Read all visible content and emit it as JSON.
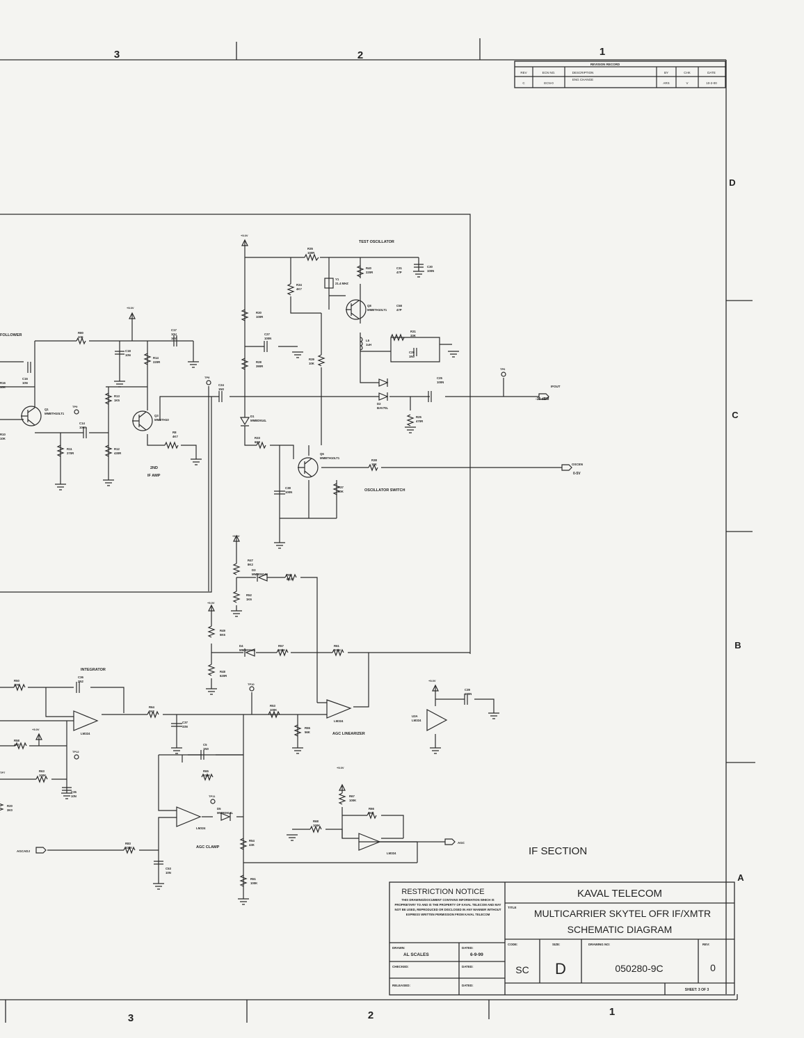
{
  "zones": {
    "top": [
      "3",
      "2",
      "1"
    ],
    "bottom": [
      "3",
      "2",
      "1"
    ],
    "right": [
      "D",
      "C",
      "B",
      "A"
    ]
  },
  "revision": {
    "title": "REVISION RECORD",
    "headers": [
      "REV",
      "ECN NO.",
      "DESCRIPTION",
      "BY",
      "CHK",
      "DATE"
    ],
    "row": [
      "C",
      "ECN-0",
      "ENG CHANGE",
      "ARS",
      "V",
      "10-2-00"
    ]
  },
  "labels": {
    "test_oscillator": "TEST OSCILLATOR",
    "follower": "FOLLOWER",
    "if_amp": "2ND\nIF AMP",
    "oscillator_switch": "OSCILLATOR SWITCH",
    "integrator": "INTEGRATOR",
    "agc_linearizer": "AGC LINEARIZER",
    "agc_clamp": "AGC CLAMP",
    "ifout": "IFOUT",
    "ifout_level": "-10 dBM",
    "oscen": "OSCEN",
    "oscen_level": "0-5V",
    "agc_out": "AGC",
    "agcadj": "AGCADJ",
    "section": "IF SECTION"
  },
  "components": {
    "r35": "R35\n100R",
    "r40": "R40\n220R",
    "c31": "C31\n47P",
    "c30": "C30\n100N",
    "y1": "Y1\n21.4 MHZ",
    "r34": "R34\n4K7",
    "q8": "Q8\nMMBTH10LT1",
    "c58": "C58\n47P",
    "r30": "R30\n100R",
    "c27": "C27\n100N",
    "l5": "L5\n1uH",
    "r31": "R31\n33K",
    "c29": "C29\n1N0",
    "r28": "R28\n390R",
    "r39": "R39\n10K",
    "c24": "C24\n1N0",
    "d1": "D1\nMMBD914L",
    "d2": "D2\nBAV70L",
    "c25": "C25\n100N",
    "r25": "R25\n470R",
    "r33": "R33\n6K8",
    "q6": "Q6\nMMBTH10LT1",
    "r38": "R38\n10K",
    "c38": "C38\n100N",
    "r37": "R37\n10K",
    "r80": "R80\n10K",
    "c18": "C18\n10N",
    "c17": "C17\n10U\n16V",
    "r14": "R14\n220R",
    "c16": "C16\n10N",
    "r16": "R16\n10K",
    "q1": "Q1\nMMBTH10LT1",
    "r13": "R13\n1K5",
    "q3": "Q3\nMMBTH10",
    "c14": "C14\n100N",
    "r8": "R8\n4K7",
    "r10": "R10\n10K",
    "r11": "R11\n270R",
    "r12": "R12\n430R",
    "r47": "R47\n8K2",
    "d3": "D3\nMMBD914L",
    "r56": "R56\n6K2",
    "r52": "R52\n1K6",
    "r49": "R49\n5K6",
    "d4": "D4\nMMBD914L",
    "r57": "R57\n100K",
    "r61": "R61\n200K",
    "r48": "R48\n620R",
    "r50": "R50\n27K",
    "c36": "C36\n2N2",
    "u_int": "LM324",
    "r64": "R64\n2K2",
    "c37": "C37\n33N",
    "r53": "R53\n100K",
    "r55": "R55\n56K",
    "u_lin": "LM324",
    "u3a": "U3A\nLM324",
    "c39": "C39\n100N",
    "r58": "R58\n4K7",
    "r63": "R63\n100K",
    "c35": "C35\n10N",
    "r20": "R20\n3K0",
    "c5": "C5\n1N0",
    "r65": "R65\n100K",
    "d5": "D5\nMMBD914L",
    "u_clamp": "LM324",
    "r83": "R83\n100K",
    "c53": "C53\n10N",
    "r54": "R54\n43K",
    "r51": "R51\n100K",
    "r67": "R67\n100K",
    "r66": "R66\n56K",
    "r68": "R68\n100K",
    "u_out": "LM324"
  },
  "rails": {
    "vcc": "+5.0V"
  },
  "testpoints": [
    "TP8",
    "TP9",
    "TP6",
    "TP10",
    "TP12",
    "TP11",
    "TP7"
  ],
  "title_block": {
    "restriction_title": "RESTRICTION NOTICE",
    "restriction_text": "THIS DRAWING/DOCUMENT CONTAINS INFORMATION WHICH IS PROPRIETARY TO AND IS THE PROPERTY OF KAVAL TELECOM AND MAY NOT BE USED, REPRODUCED OR DISCLOSED IN ANY MANNER WITHOUT EXPRESS WRITTEN PERMISSION FROM KAVAL TELECOM",
    "drawn_label": "DRAWN:",
    "drawn_value": "AL SCALES",
    "dated_label": "DATED:",
    "dated_value": "6-9-99",
    "checked_label": "CHECKED:",
    "checked_dated_label": "DATED:",
    "released_label": "RELEASED:",
    "released_dated_label": "DATED:",
    "company": "KAVAL TELECOM",
    "title_prefix": "TITLE",
    "title_line1": "MULTICARRIER SKYTEL OFR IF/XMTR",
    "title_line2": "SCHEMATIC DIAGRAM",
    "code_label": "CODE:",
    "code_value": "SC",
    "size_label": "SIZE:",
    "size_value": "D",
    "drawing_label": "DRAWING NO:",
    "drawing_value": "050280-9C",
    "rev_label": "REV:",
    "rev_value": "0",
    "sheet": "SHEET: 3 OF 3"
  }
}
